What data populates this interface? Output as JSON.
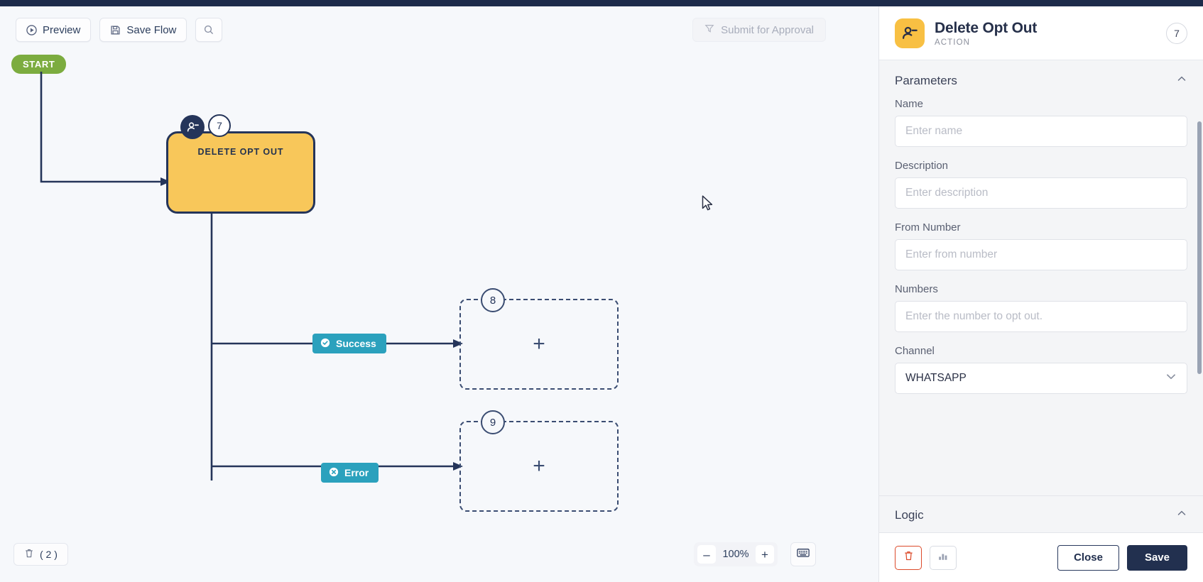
{
  "toolbar": {
    "preview_label": "Preview",
    "save_flow_label": "Save Flow",
    "search_icon": "search-icon",
    "submit_label": "Submit for Approval"
  },
  "canvas": {
    "start_label": "START",
    "node": {
      "title": "DELETE OPT OUT",
      "number": "7",
      "icon": "person-minus-icon"
    },
    "branches": [
      {
        "label": "Success",
        "icon": "check-circle-icon"
      },
      {
        "label": "Error",
        "icon": "x-circle-icon"
      }
    ],
    "dropzones": [
      {
        "number": "8",
        "plus": "+"
      },
      {
        "number": "9",
        "plus": "+"
      }
    ],
    "trash_count_label": "( 2 )",
    "zoom": {
      "minus": "–",
      "level": "100%",
      "plus": "+"
    },
    "keyboard_icon": "keyboard-icon"
  },
  "panel": {
    "header": {
      "title": "Delete Opt Out",
      "subtitle": "ACTION",
      "badge": "7",
      "icon": "person-minus-icon"
    },
    "parameters": {
      "section_title": "Parameters",
      "collapse_icon": "chevron-up-icon",
      "fields": [
        {
          "label": "Name",
          "placeholder": "Enter name",
          "value": ""
        },
        {
          "label": "Description",
          "placeholder": "Enter description",
          "value": ""
        },
        {
          "label": "From Number",
          "placeholder": "Enter from number",
          "value": ""
        },
        {
          "label": "Numbers",
          "placeholder": "Enter the number to opt out.",
          "value": ""
        }
      ],
      "channel": {
        "label": "Channel",
        "value": "WHATSAPP",
        "chevron": "chevron-down-icon"
      }
    },
    "logic": {
      "section_title": "Logic",
      "collapse_icon": "chevron-up-icon"
    },
    "footer": {
      "delete_icon": "trash-icon",
      "stats_icon": "bar-chart-icon",
      "close_label": "Close",
      "save_label": "Save"
    }
  },
  "colors": {
    "node_fill": "#f8c75a",
    "node_border": "#25355a",
    "branch_chip": "#2ba1bd",
    "start_pill": "#7cac3f",
    "save_button": "#22304f",
    "danger": "#dc4a2a"
  }
}
